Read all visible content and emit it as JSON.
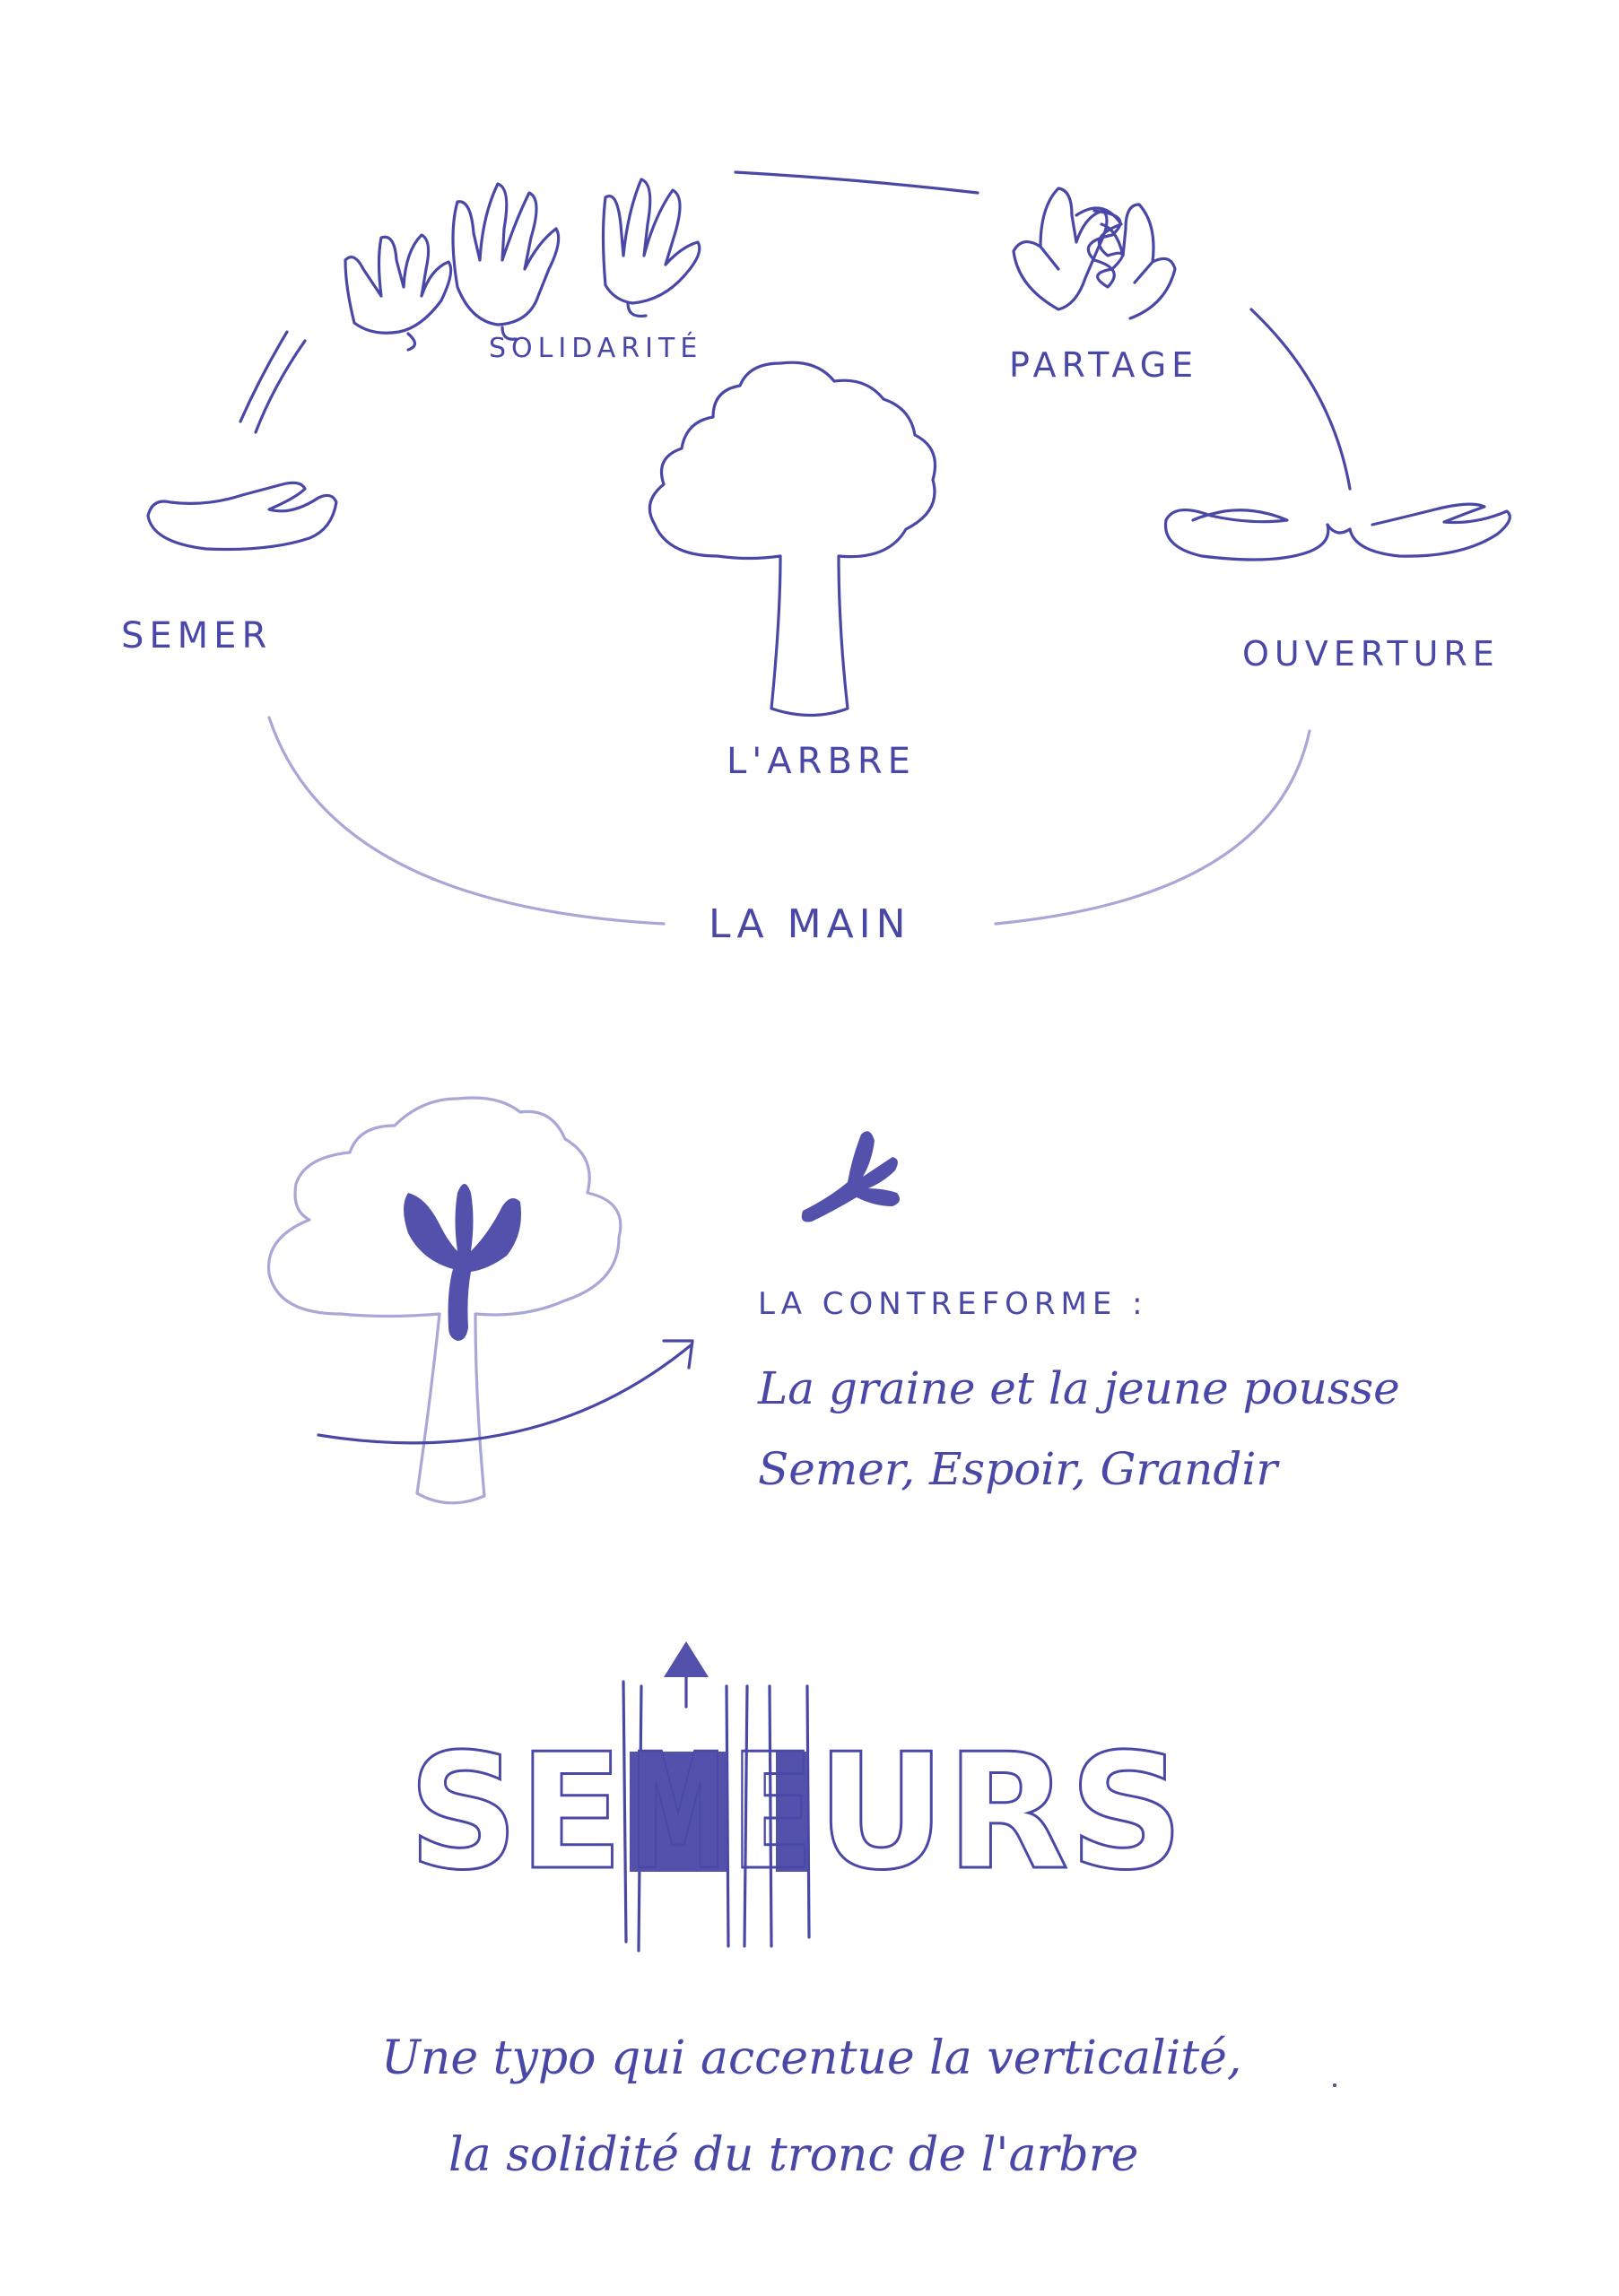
{
  "cycle": {
    "labels": {
      "solidarite": "SOLIDARITÉ",
      "partage": "PARTAGE",
      "semer": "SEMER",
      "ouverture": "OUVERTURE",
      "arbre": "L'ARBRE",
      "main": "LA MAIN"
    }
  },
  "contreforme": {
    "title": "LA CONTREFORME :",
    "line1": "La graine et la jeune pousse",
    "line2": "Semer, Espoir, Grandir"
  },
  "logo": {
    "part1": "SE",
    "part2": "M",
    "part3": "E",
    "part4": "URS"
  },
  "caption": {
    "line1": "Une typo qui accentue la verticalité,",
    "line2": "la solidité du tronc de l'arbre"
  },
  "colors": {
    "ink": "#4a48a6",
    "ink_light": "#a9a7d6",
    "fill": "#5451ad"
  }
}
